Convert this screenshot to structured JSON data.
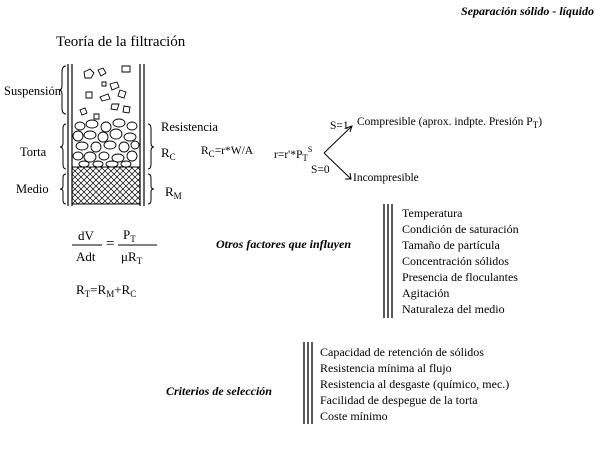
{
  "header": {
    "section": "Separación sólido - líquido"
  },
  "title": "Teoría de la filtración",
  "diagram": {
    "labels": {
      "suspension": "Suspensión",
      "torta": "Torta",
      "medio": "Medio",
      "resistencia": "Resistencia",
      "rc_symbol": "R",
      "rc_sub": "C",
      "rm_symbol": "R",
      "rm_sub": "M"
    },
    "rc_eq": {
      "lhs": "R",
      "lhs_sub": "C",
      "rhs": "=r*W/A"
    },
    "r_eq": {
      "lhs": "r=r'*P",
      "p_sub": "T",
      "p_sup": "S"
    },
    "branches": {
      "s1": "S=1",
      "s0": "S=0",
      "compresible_text": "Compresible (aprox. indpte. Presión P",
      "compresible_sub": "T",
      "compresible_close": ")",
      "incompresible": "Incompresible"
    }
  },
  "formula": {
    "num_left": "dV",
    "den_left": "Adt",
    "equals": "=",
    "num_right_p": "P",
    "num_right_sub": "T",
    "den_right_mu": "μR",
    "den_right_sub": "T",
    "sum": {
      "rt": "R",
      "rt_sub": "T",
      "eq": "=R",
      "rm_sub": "M",
      "plus": "+R",
      "rc_sub": "C"
    }
  },
  "otros_factores": {
    "label": "Otros factores que influyen",
    "items": [
      "Temperatura",
      "Condición de saturación",
      "Tamaño de partícula",
      "Concentración sólidos",
      "Presencia de floculantes",
      "Agitación",
      "Naturaleza del medio"
    ]
  },
  "criterios": {
    "label": "Criterios de selección",
    "items": [
      "Capacidad de retención de sólidos",
      "Resistencia mínima al flujo",
      "Resistencia al desgaste (químico, mec.)",
      "Facilidad de despegue de la torta",
      "Coste mínimo"
    ]
  }
}
